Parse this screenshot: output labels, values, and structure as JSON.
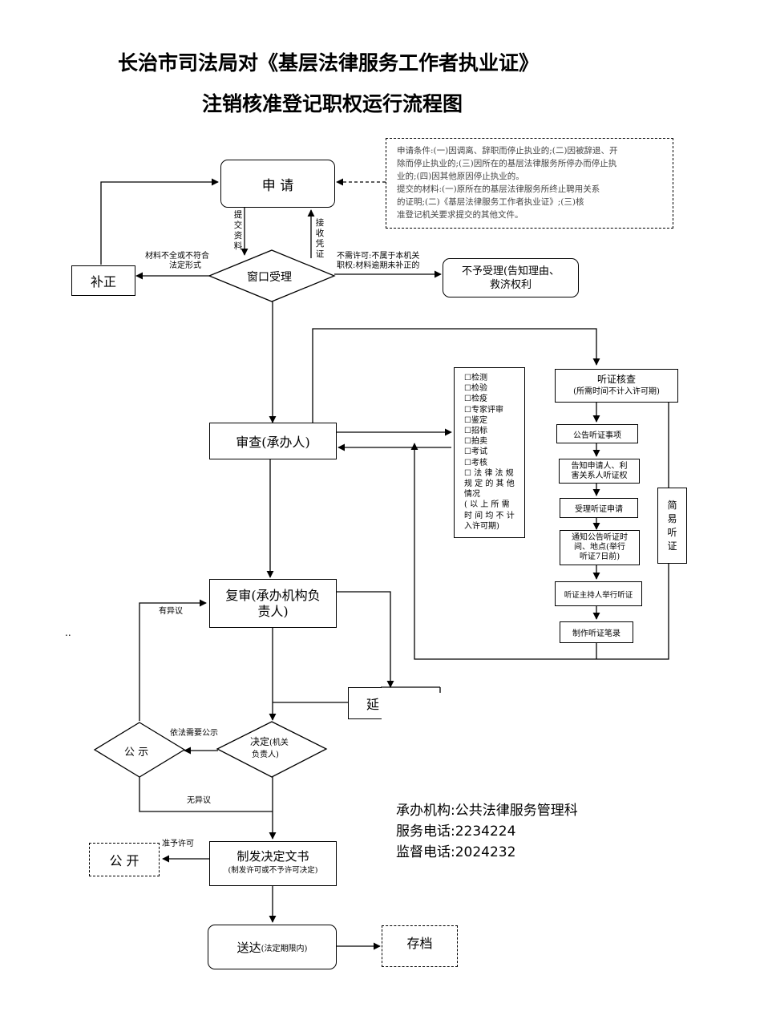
{
  "title_line1": "长治市司法局对《基层法律服务工作者执业证》",
  "title_line2": "注销核准登记职权运行流程图",
  "conditions_note": {
    "line1": "申请条件:(一)因调离、辞职而停止执业的;(二)因被辞退、开",
    "line2": "除而停止执业的;(三)因所在的基层法律服务所停办而停止执",
    "line3": "业的;(四)因其他原因停止执业的。",
    "line4": "提交的材料:(一)原所在的基层法律服务所终止聘用关系",
    "line5": "的证明;(二)《基层法律服务工作者执业证》;(三)核",
    "line6": "准登记机关要求提交的其他文件。"
  },
  "nodes": {
    "apply": "申  请",
    "window": "窗口受理",
    "supplement": "补正",
    "reject_line1": "不予受理(告知理由、",
    "reject_line2": "救济权利",
    "review": "审查(承办人)",
    "recheck_line1": "复审(承办机构负",
    "recheck_line2": "责人)",
    "extend": "延",
    "decide": "决定",
    "decide_sub1": "(机关",
    "decide_sub2": "负责人)",
    "publicize": "公  示",
    "issue": "制发决定文书",
    "issue_sub": "(制发许可或不予许可决定)",
    "open": "公  开",
    "deliver": "送达",
    "deliver_sub": "(法定期限内)",
    "archive": "存档"
  },
  "edge_labels": {
    "submit_materials": "提交资料",
    "receive_voucher": "接收凭证",
    "incomplete_line1": "材料不全或不符合",
    "incomplete_line2": "法定形式",
    "no_permit_line1": "不需许可:不属于本机关",
    "no_permit_line2": "职权:材料逾期未补正的",
    "has_objection": "有异议",
    "need_publicize": "依法需要公示",
    "no_objection": "无异议",
    "permit_granted": "准予许可"
  },
  "special_procedures": [
    "☐检测",
    "☐检验",
    "☐检疫",
    "☐专家评审",
    "☐鉴定",
    "☐招标",
    "☐拍卖",
    "☐考试",
    "☐考核",
    "☐ 法 律 法 规",
    "规 定 的 其 他",
    "情况",
    "( 以 上 所 需",
    "时 间 均 不 计",
    "入许可期)"
  ],
  "hearing": {
    "check_line1": "听证核查",
    "check_line2": "(所需时间不计入许可期)",
    "announce": "公告听证事项",
    "notify_line1": "告知申请人、利",
    "notify_line2": "害关系人听证权",
    "accept": "受理听证申请",
    "publish_line1": "通知公告听证时",
    "publish_line2": "间、地点(举行",
    "publish_line3": "听证7日前)",
    "host": "听证主持人举行听证",
    "record": "制作听证笔录",
    "simple": "简易听证"
  },
  "stray_mark": "..",
  "contact": {
    "org": "承办机构:公共法律服务管理科",
    "service_phone": "服务电话:2234224",
    "supervise_phone": "监督电话:2024232"
  }
}
